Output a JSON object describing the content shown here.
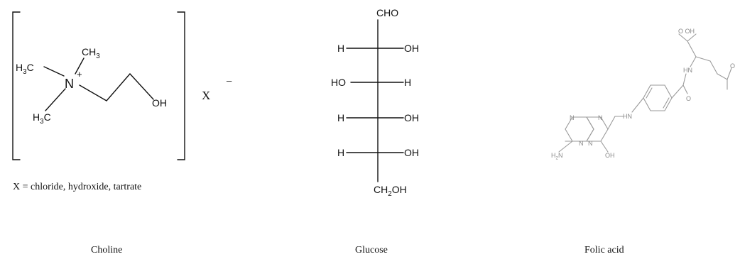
{
  "choline": {
    "atom_h3c_top": "H3C",
    "atom_ch3": "CH3",
    "atom_n": "N",
    "charge_plus": "+",
    "atom_h3c_bottom": "H3C",
    "atom_oh": "OH",
    "counterion": "X",
    "charge_minus": "−",
    "note": "X = chloride, hydroxide, tartrate",
    "caption": "Choline"
  },
  "glucose": {
    "top_group": "CHO",
    "rows": [
      {
        "left": "H",
        "right": "OH"
      },
      {
        "left": "HO",
        "right": "H"
      },
      {
        "left": "H",
        "right": "OH"
      },
      {
        "left": "H",
        "right": "OH"
      }
    ],
    "bottom_group": "CH2OH",
    "caption": "Glucose"
  },
  "folic_acid": {
    "label_acid_top": "O OH",
    "label_hn_top": "HN",
    "label_o_amide": "O",
    "label_acid_right": "O",
    "label_hn_link": "HN",
    "label_n1": "N",
    "label_n2": "N",
    "label_n3": "N",
    "label_n4": "N",
    "label_h2n": "H2N",
    "label_oh": "OH",
    "caption": "Folic acid"
  }
}
